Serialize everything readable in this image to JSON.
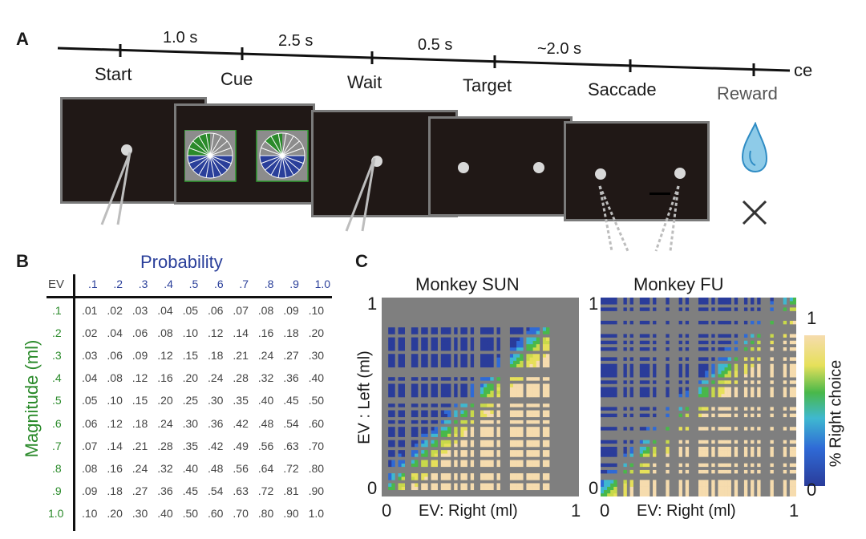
{
  "panel_a": {
    "letter": "A",
    "durations": [
      "1.0 s",
      "2.5 s",
      "0.5 s",
      "~2.0 s"
    ],
    "events": [
      "Start",
      "Cue",
      "Wait",
      "Target",
      "Saccade",
      "Reward"
    ],
    "end_label": "ce"
  },
  "panel_b": {
    "letter": "B",
    "probability_label": "Probability",
    "magnitude_label": "Magnitude (ml)",
    "corner_label": "EV",
    "prob_headers": [
      ".1",
      ".2",
      ".3",
      ".4",
      ".5",
      ".6",
      ".7",
      ".8",
      ".9",
      "1.0"
    ],
    "mag_headers": [
      ".1",
      ".2",
      ".3",
      ".4",
      ".5",
      ".6",
      ".7",
      ".8",
      ".9",
      "1.0"
    ],
    "rows": [
      [
        ".01",
        ".02",
        ".03",
        ".04",
        ".05",
        ".06",
        ".07",
        ".08",
        ".09",
        ".10"
      ],
      [
        ".02",
        ".04",
        ".06",
        ".08",
        ".10",
        ".12",
        ".14",
        ".16",
        ".18",
        ".20"
      ],
      [
        ".03",
        ".06",
        ".09",
        ".12",
        ".15",
        ".18",
        ".21",
        ".24",
        ".27",
        ".30"
      ],
      [
        ".04",
        ".08",
        ".12",
        ".16",
        ".20",
        ".24",
        ".28",
        ".32",
        ".36",
        ".40"
      ],
      [
        ".05",
        ".10",
        ".15",
        ".20",
        ".25",
        ".30",
        ".35",
        ".40",
        ".45",
        ".50"
      ],
      [
        ".06",
        ".12",
        ".18",
        ".24",
        ".30",
        ".36",
        ".42",
        ".48",
        ".54",
        ".60"
      ],
      [
        ".07",
        ".14",
        ".21",
        ".28",
        ".35",
        ".42",
        ".49",
        ".56",
        ".63",
        ".70"
      ],
      [
        ".08",
        ".16",
        ".24",
        ".32",
        ".40",
        ".48",
        ".56",
        ".64",
        ".72",
        ".80"
      ],
      [
        ".09",
        ".18",
        ".27",
        ".36",
        ".45",
        ".54",
        ".63",
        ".72",
        ".81",
        ".90"
      ],
      [
        ".10",
        ".20",
        ".30",
        ".40",
        ".50",
        ".60",
        ".70",
        ".80",
        ".90",
        "1.0"
      ]
    ]
  },
  "panel_c": {
    "letter": "C",
    "titles": [
      "Monkey SUN",
      "Monkey FU"
    ],
    "y_axis_label": "EV : Left (ml)",
    "x_axis_label": "EV: Right (ml)",
    "axis_min": "0",
    "axis_max": "1",
    "colorbar_label": "% Right choice",
    "colorbar_max": "1",
    "colorbar_min": "0"
  },
  "colors": {
    "green": "#2a8a2a",
    "blue": "#2a3f9a",
    "screen": "#201816",
    "grey": "#7f7f7f",
    "water": "#8ecbe8"
  }
}
